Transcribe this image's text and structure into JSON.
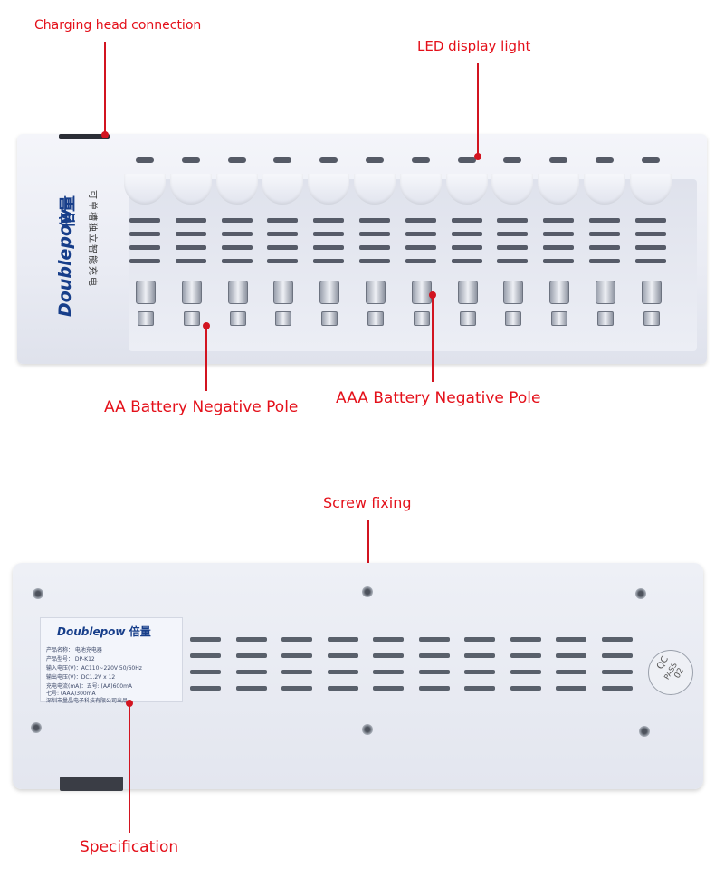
{
  "labels": {
    "charging_head": "Charging head connection",
    "led_display": "LED display light",
    "aa_negative": "AA Battery Negative Pole",
    "aaa_negative": "AAA Battery Negative Pole",
    "screw_fixing": "Screw fixing",
    "specification": "Specification"
  },
  "device": {
    "brand": "Doublepow",
    "brand_cn": "倍量",
    "subtitle_cn": "可单槽独立智能充电",
    "slot_count": 12
  },
  "spec_label": {
    "brand": "Doublepow",
    "brand_cn": "倍量",
    "lines": [
      "产品名称：    电池充电器",
      "产品型号：    DP-K12",
      "输入电压(V)：AC110~220V 50/60Hz",
      "输出电压(V)：DC1.2V x 12",
      "充电电流(mA)：五号: (AA)600mA",
      "                     七号: (AAA)300mA",
      "深圳市量晶电子科技有限公司出品"
    ]
  },
  "qc_badge": {
    "line1": "QC",
    "line2": "PASS",
    "line3": "02"
  },
  "colors": {
    "annotation": "#e4101a",
    "brand_blue": "#173e8a"
  }
}
